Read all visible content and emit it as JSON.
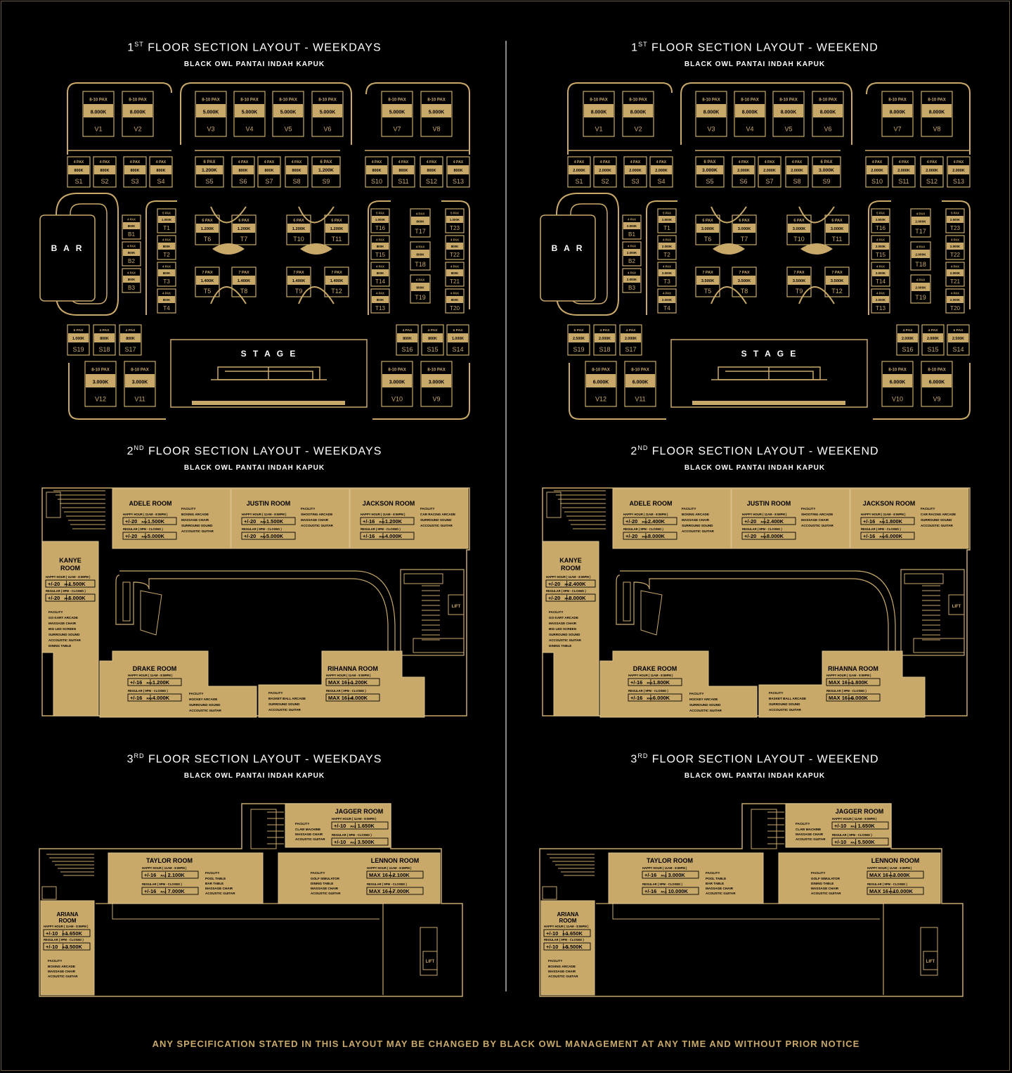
{
  "footer": "ANY SPECIFICATION STATED IN THIS LAYOUT MAY BE CHANGED BY BLACK OWL MANAGEMENT AT ANY TIME AND WITHOUT PRIOR NOTICE",
  "venue": "BLACK OWL PANTAI INDAH KAPUK",
  "labels": {
    "bar": "B A R",
    "stage": "S T A G E",
    "lift": "LIFT",
    "facility": "FACILITY",
    "happy": "HAPPY HOUR ( 11AM - 8:59PM )",
    "regular": "REGULAR ( 9PM - CLOSED )",
    "max": "MAX",
    "pax": "PAX"
  },
  "colors": {
    "gold": "#c9a96a",
    "gold_light": "#d8bf8a",
    "background": "#000000"
  },
  "halves": [
    {
      "floor1_title": {
        "num": "1",
        "sup": "ST",
        "text": " FLOOR SECTION LAYOUT - WEEKDAYS"
      },
      "floor2_title": {
        "num": "2",
        "sup": "ND",
        "text": " FLOOR SECTION LAYOUT - WEEKDAYS"
      },
      "floor3_title": {
        "num": "3",
        "sup": "RD",
        "text": " FLOOR SECTION LAYOUT - WEEKDAYS"
      },
      "vip_top": [
        {
          "pax": "8-10 PAX",
          "price": "8.000K",
          "name": "V1"
        },
        {
          "pax": "8-10 PAX",
          "price": "8.000K",
          "name": "V2"
        },
        {
          "pax": "8-10 PAX",
          "price": "5.000K",
          "name": "V3"
        },
        {
          "pax": "8-10 PAX",
          "price": "5.000K",
          "name": "V4"
        },
        {
          "pax": "8-10 PAX",
          "price": "5.000K",
          "name": "V5"
        },
        {
          "pax": "8-10 PAX",
          "price": "5.000K",
          "name": "V6"
        },
        {
          "pax": "8-10 PAX",
          "price": "5.000K",
          "name": "V7"
        },
        {
          "pax": "8-10 PAX",
          "price": "5.000K",
          "name": "V8"
        }
      ],
      "sofa_top": [
        {
          "pax": "4 PAX",
          "price": "800K",
          "name": "S1"
        },
        {
          "pax": "4 PAX",
          "price": "800K",
          "name": "S2"
        },
        {
          "pax": "4 PAX",
          "price": "800K",
          "name": "S3"
        },
        {
          "pax": "4 PAX",
          "price": "800K",
          "name": "S4"
        },
        {
          "pax": "6 PAX",
          "price": "1.200K",
          "name": "S5"
        },
        {
          "pax": "4 PAX",
          "price": "800K",
          "name": "S6"
        },
        {
          "pax": "4 PAX",
          "price": "800K",
          "name": "S7"
        },
        {
          "pax": "4 PAX",
          "price": "800K",
          "name": "S8"
        },
        {
          "pax": "6 PAX",
          "price": "1.200K",
          "name": "S9"
        },
        {
          "pax": "4 PAX",
          "price": "800K",
          "name": "S10"
        },
        {
          "pax": "4 PAX",
          "price": "800K",
          "name": "S11"
        },
        {
          "pax": "4 PAX",
          "price": "800K",
          "name": "S12"
        },
        {
          "pax": "4 PAX",
          "price": "800K",
          "name": "S13"
        }
      ],
      "bar_tables": [
        {
          "pax": "4 PAX",
          "price": "800K",
          "name": "B1"
        },
        {
          "pax": "4 PAX",
          "price": "800K",
          "name": "B2"
        },
        {
          "pax": "4 PAX",
          "price": "800K",
          "name": "B3"
        }
      ],
      "left_col": [
        {
          "pax": "5 PAX",
          "price": "1.000K",
          "name": "T1"
        },
        {
          "pax": "4 PAX",
          "price": "800K",
          "name": "T2"
        },
        {
          "pax": "4 PAX",
          "price": "800K",
          "name": "T3"
        },
        {
          "pax": "4 PAX",
          "price": "800K",
          "name": "T4"
        }
      ],
      "center_tables": [
        {
          "pax": "6 PAX",
          "price": "1.200K",
          "name": "T6"
        },
        {
          "pax": "6 PAX",
          "price": "1.200K",
          "name": "T7"
        },
        {
          "pax": "6 PAX",
          "price": "1.200K",
          "name": "T10"
        },
        {
          "pax": "6 PAX",
          "price": "1.200K",
          "name": "T11"
        },
        {
          "pax": "7 PAX",
          "price": "1.400K",
          "name": "T5"
        },
        {
          "pax": "7 PAX",
          "price": "1.400K",
          "name": "T8"
        },
        {
          "pax": "7 PAX",
          "price": "1.400K",
          "name": "T9"
        },
        {
          "pax": "7 PAX",
          "price": "1.400K",
          "name": "T12"
        }
      ],
      "right_col1": [
        {
          "pax": "5 PAX",
          "price": "1.000K",
          "name": "T16"
        },
        {
          "pax": "4 PAX",
          "price": "800K",
          "name": "T15"
        },
        {
          "pax": "4 PAX",
          "price": "800K",
          "name": "T14"
        },
        {
          "pax": "4 PAX",
          "price": "800K",
          "name": "T13"
        }
      ],
      "right_col2": [
        {
          "pax": "4 PAX",
          "price": "800K",
          "name": "T17"
        },
        {
          "pax": "4 PAX",
          "price": "800K",
          "name": "T18"
        },
        {
          "pax": "4 PAX",
          "price": "800K",
          "name": "T19"
        }
      ],
      "right_col3": [
        {
          "pax": "5 PAX",
          "price": "1.000K",
          "name": "T23"
        },
        {
          "pax": "4 PAX",
          "price": "800K",
          "name": "T22"
        },
        {
          "pax": "4 PAX",
          "price": "800K",
          "name": "T21"
        },
        {
          "pax": "4 PAX",
          "price": "800K",
          "name": "T20"
        }
      ],
      "sofa_bottom_left": [
        {
          "pax": "5 PAX",
          "price": "1.000K",
          "name": "S19"
        },
        {
          "pax": "4 PAX",
          "price": "800K",
          "name": "S18"
        },
        {
          "pax": "4 PAX",
          "price": "800K",
          "name": "S17"
        }
      ],
      "sofa_bottom_right": [
        {
          "pax": "4 PAX",
          "price": "800K",
          "name": "S16"
        },
        {
          "pax": "4 PAX",
          "price": "800K",
          "name": "S15"
        },
        {
          "pax": "5 PAX",
          "price": "1.000K",
          "name": "S14"
        }
      ],
      "vip_bottom": [
        {
          "pax": "8-10 PAX",
          "price": "3.000K",
          "name": "V12"
        },
        {
          "pax": "8-10 PAX",
          "price": "3.000K",
          "name": "V11"
        },
        {
          "pax": "8-10 PAX",
          "price": "3.000K",
          "name": "V10"
        },
        {
          "pax": "8-10 PAX",
          "price": "3.000K",
          "name": "V9"
        }
      ],
      "rooms2": {
        "adele": {
          "name": "ADELE ROOM",
          "hh_pax": "+/-20",
          "hh_price": "1.500K",
          "rg_pax": "+/-20",
          "rg_price": "5.000K",
          "fac": [
            "BOXING ARCADE",
            "MASSAGE CHAIR",
            "SURROUND SOUND",
            "ACCOUSTIC GUITAR"
          ]
        },
        "justin": {
          "name": "JUSTIN ROOM",
          "hh_pax": "+/-20",
          "hh_price": "1.500K",
          "rg_pax": "+/-20",
          "rg_price": "5.000K",
          "fac": [
            "SHOOTING ARCADE",
            "MASSAGE CHAIR",
            "ACCOUSTIC GUITAR"
          ]
        },
        "jackson": {
          "name": "JACKSON ROOM",
          "hh_pax": "+/-16",
          "hh_price": "1.200K",
          "rg_pax": "+/-16",
          "rg_price": "4.000K",
          "fac": [
            "CAR RACING ARCADE",
            "SURROUND SOUND",
            "ACCOUSTIC GUITAR"
          ]
        },
        "kanye": {
          "name1": "KANYE",
          "name2": "ROOM",
          "hh_pax": "+/-20",
          "hh_price": "1.500K",
          "rg_pax": "+/-20",
          "rg_price": "5.000K",
          "fac": [
            "GO KART ARCADE",
            "MASSAGE CHAIR",
            "BIG LED SCREEN",
            "SURROUND SOUND",
            "ACCOUSTIC GUITAR",
            "DINING TABLE"
          ]
        },
        "drake": {
          "name": "DRAKE ROOM",
          "hh_pax": "+/-16",
          "hh_price": "1.200K",
          "rg_pax": "+/-16",
          "rg_price": "4.000K",
          "fac": [
            "HOCKEY ARCADE",
            "SURROUND SOUND",
            "ACCOUSTIC GUITAR"
          ]
        },
        "rihanna": {
          "name": "RIHANNA ROOM",
          "hh_pax": "16",
          "hh_price": "1.200K",
          "rg_pax": "16",
          "rg_price": "4.000K",
          "fac": [
            "BASKET BALL ARCADE",
            "SURROUND SOUND",
            "ACCOUSTIC GUITAR"
          ]
        }
      },
      "rooms3": {
        "jagger": {
          "name": "JAGGER ROOM",
          "hh_pax": "+/-10",
          "hh_price": "1.650K",
          "rg_pax": "+/-10",
          "rg_price": "3.500K",
          "fac": [
            "CLAW MACHINE",
            "MASSAGE CHAIR",
            "ACOUSTIC GUITAR"
          ]
        },
        "taylor": {
          "name": "TAYLOR ROOM",
          "hh_pax": "+/-16",
          "hh_price": "2.100K",
          "rg_pax": "+/-16",
          "rg_price": "7.000K",
          "fac": [
            "POOL TABLE",
            "BAR TABLE",
            "MASSAGE CHAIR",
            "ACOUSTIC GUITAR"
          ]
        },
        "lennon": {
          "name": "LENNON ROOM",
          "hh_pax": "16",
          "hh_price": "2.100K",
          "rg_pax": "16",
          "rg_price": "7.000K",
          "fac": [
            "GOLF SIMULATOR",
            "DINING TABLE",
            "MASSAGE CHAIR",
            "ACOUSTIC GUITAR"
          ]
        },
        "ariana": {
          "name1": "ARIANA",
          "name2": "ROOM",
          "hh_pax": "+/-10",
          "hh_price": "1.650K",
          "rg_pax": "+/-10",
          "rg_price": "3.500K",
          "fac": [
            "BOXING ARCADE",
            "MASSAGE CHAIR",
            "ACOUSTIC GUITAR"
          ]
        }
      }
    },
    {
      "floor1_title": {
        "num": "1",
        "sup": "ST",
        "text": " FLOOR SECTION LAYOUT - WEEKEND"
      },
      "floor2_title": {
        "num": "2",
        "sup": "ND",
        "text": " FLOOR SECTION LAYOUT - WEEKEND"
      },
      "floor3_title": {
        "num": "3",
        "sup": "RD",
        "text": " FLOOR SECTION LAYOUT - WEEKEND"
      },
      "vip_top": [
        {
          "pax": "8-10 PAX",
          "price": "8.000K",
          "name": "V1"
        },
        {
          "pax": "8-10 PAX",
          "price": "8.000K",
          "name": "V2"
        },
        {
          "pax": "8-10 PAX",
          "price": "8.000K",
          "name": "V3"
        },
        {
          "pax": "8-10 PAX",
          "price": "8.000K",
          "name": "V4"
        },
        {
          "pax": "8-10 PAX",
          "price": "8.000K",
          "name": "V5"
        },
        {
          "pax": "8-10 PAX",
          "price": "8.000K",
          "name": "V6"
        },
        {
          "pax": "8-10 PAX",
          "price": "8.000K",
          "name": "V7"
        },
        {
          "pax": "8-10 PAX",
          "price": "8.000K",
          "name": "V8"
        }
      ],
      "sofa_top": [
        {
          "pax": "4 PAX",
          "price": "2.000K",
          "name": "S1"
        },
        {
          "pax": "4 PAX",
          "price": "2.000K",
          "name": "S2"
        },
        {
          "pax": "4 PAX",
          "price": "2.000K",
          "name": "S3"
        },
        {
          "pax": "4 PAX",
          "price": "2.000K",
          "name": "S4"
        },
        {
          "pax": "6 PAX",
          "price": "3.000K",
          "name": "S5"
        },
        {
          "pax": "4 PAX",
          "price": "2.000K",
          "name": "S6"
        },
        {
          "pax": "4 PAX",
          "price": "2.000K",
          "name": "S7"
        },
        {
          "pax": "4 PAX",
          "price": "2.000K",
          "name": "S8"
        },
        {
          "pax": "6 PAX",
          "price": "3.000K",
          "name": "S9"
        },
        {
          "pax": "4 PAX",
          "price": "2.000K",
          "name": "S10"
        },
        {
          "pax": "4 PAX",
          "price": "2.000K",
          "name": "S11"
        },
        {
          "pax": "4 PAX",
          "price": "2.000K",
          "name": "S12"
        },
        {
          "pax": "4 PAX",
          "price": "2.000K",
          "name": "S13"
        }
      ],
      "bar_tables": [
        {
          "pax": "4 PAX",
          "price": "2.000K",
          "name": "B1"
        },
        {
          "pax": "4 PAX",
          "price": "2.000K",
          "name": "B2"
        },
        {
          "pax": "4 PAX",
          "price": "2.000K",
          "name": "B3"
        }
      ],
      "left_col": [
        {
          "pax": "5 PAX",
          "price": "2.500K",
          "name": "T1"
        },
        {
          "pax": "4 PAX",
          "price": "2.000K",
          "name": "T2"
        },
        {
          "pax": "4 PAX",
          "price": "2.000K",
          "name": "T3"
        },
        {
          "pax": "4 PAX",
          "price": "2.000K",
          "name": "T4"
        }
      ],
      "center_tables": [
        {
          "pax": "6 PAX",
          "price": "3.000K",
          "name": "T6"
        },
        {
          "pax": "6 PAX",
          "price": "3.000K",
          "name": "T7"
        },
        {
          "pax": "6 PAX",
          "price": "3.000K",
          "name": "T10"
        },
        {
          "pax": "6 PAX",
          "price": "3.000K",
          "name": "T11"
        },
        {
          "pax": "7 PAX",
          "price": "3.500K",
          "name": "T5"
        },
        {
          "pax": "7 PAX",
          "price": "3.500K",
          "name": "T8"
        },
        {
          "pax": "7 PAX",
          "price": "3.500K",
          "name": "T9"
        },
        {
          "pax": "7 PAX",
          "price": "3.500K",
          "name": "T12"
        }
      ],
      "right_col1": [
        {
          "pax": "5 PAX",
          "price": "2.500K",
          "name": "T16"
        },
        {
          "pax": "4 PAX",
          "price": "2.000K",
          "name": "T15"
        },
        {
          "pax": "4 PAX",
          "price": "2.000K",
          "name": "T14"
        },
        {
          "pax": "4 PAX",
          "price": "2.000K",
          "name": "T13"
        }
      ],
      "right_col2": [
        {
          "pax": "4 PAX",
          "price": "2.000K",
          "name": "T17"
        },
        {
          "pax": "4 PAX",
          "price": "2.000K",
          "name": "T18"
        },
        {
          "pax": "4 PAX",
          "price": "2.000K",
          "name": "T19"
        }
      ],
      "right_col3": [
        {
          "pax": "5 PAX",
          "price": "2.500K",
          "name": "T23"
        },
        {
          "pax": "4 PAX",
          "price": "2.000K",
          "name": "T22"
        },
        {
          "pax": "4 PAX",
          "price": "2.000K",
          "name": "T21"
        },
        {
          "pax": "4 PAX",
          "price": "2.000K",
          "name": "T20"
        }
      ],
      "sofa_bottom_left": [
        {
          "pax": "5 PAX",
          "price": "2.500K",
          "name": "S19"
        },
        {
          "pax": "4 PAX",
          "price": "2.000K",
          "name": "S18"
        },
        {
          "pax": "4 PAX",
          "price": "2.000K",
          "name": "S17"
        }
      ],
      "sofa_bottom_right": [
        {
          "pax": "4 PAX",
          "price": "2.000K",
          "name": "S16"
        },
        {
          "pax": "4 PAX",
          "price": "2.000K",
          "name": "S15"
        },
        {
          "pax": "5 PAX",
          "price": "2.500K",
          "name": "S14"
        }
      ],
      "vip_bottom": [
        {
          "pax": "8-10 PAX",
          "price": "6.000K",
          "name": "V12"
        },
        {
          "pax": "8-10 PAX",
          "price": "6.000K",
          "name": "V11"
        },
        {
          "pax": "8-10 PAX",
          "price": "6.000K",
          "name": "V10"
        },
        {
          "pax": "8-10 PAX",
          "price": "6.000K",
          "name": "V9"
        }
      ],
      "rooms2": {
        "adele": {
          "name": "ADELE ROOM",
          "hh_pax": "+/-20",
          "hh_price": "2.400K",
          "rg_pax": "+/-20",
          "rg_price": "8.000K",
          "fac": [
            "BOXING ARCADE",
            "MASSAGE CHAIR",
            "SURROUND SOUND",
            "ACCOUSTIC GUITAR"
          ]
        },
        "justin": {
          "name": "JUSTIN ROOM",
          "hh_pax": "+/-20",
          "hh_price": "2.400K",
          "rg_pax": "+/-20",
          "rg_price": "8.000K",
          "fac": [
            "SHOOTING ARCADE",
            "MASSAGE CHAIR",
            "ACCOUSTIC GUITAR"
          ]
        },
        "jackson": {
          "name": "JACKSON ROOM",
          "hh_pax": "+/-16",
          "hh_price": "1.800K",
          "rg_pax": "+/-16",
          "rg_price": "6.000K",
          "fac": [
            "CAR RACING ARCADE",
            "SURROUND SOUND",
            "ACCOUSTIC GUITAR"
          ]
        },
        "kanye": {
          "name1": "KANYE",
          "name2": "ROOM",
          "hh_pax": "+/-20",
          "hh_price": "2.400K",
          "rg_pax": "+/-20",
          "rg_price": "8.000K",
          "fac": [
            "GO KART ARCADE",
            "MASSAGE CHAIR",
            "BIG LED SCREEN",
            "SURROUND SOUND",
            "ACCOUSTIC GUITAR",
            "DINING TABLE"
          ]
        },
        "drake": {
          "name": "DRAKE ROOM",
          "hh_pax": "+/-16",
          "hh_price": "1.800K",
          "rg_pax": "+/-16",
          "rg_price": "6.000K",
          "fac": [
            "HOCKEY ARCADE",
            "SURROUND SOUND",
            "ACCOUSTIC GUITAR"
          ]
        },
        "rihanna": {
          "name": "RIHANNA ROOM",
          "hh_pax": "16",
          "hh_price": "1.800K",
          "rg_pax": "16",
          "rg_price": "6.000K",
          "fac": [
            "BASKET BALL ARCADE",
            "SURROUND SOUND",
            "ACCOUSTIC GUITAR"
          ]
        }
      },
      "rooms3": {
        "jagger": {
          "name": "JAGGER ROOM",
          "hh_pax": "+/-10",
          "hh_price": "1.650K",
          "rg_pax": "+/-10",
          "rg_price": "5.500K",
          "fac": [
            "CLAW MACHINE",
            "MASSAGE CHAIR",
            "ACOUSTIC GUITAR"
          ]
        },
        "taylor": {
          "name": "TAYLOR ROOM",
          "hh_pax": "+/-16",
          "hh_price": "3.000K",
          "rg_pax": "+/-16",
          "rg_price": "10.000K",
          "fac": [
            "POOL TABLE",
            "BAR TABLE",
            "MASSAGE CHAIR",
            "ACOUSTIC GUITAR"
          ]
        },
        "lennon": {
          "name": "LENNON ROOM",
          "hh_pax": "16",
          "hh_price": "3.000K",
          "rg_pax": "16",
          "rg_price": "10.000K",
          "fac": [
            "GOLF SIMULATOR",
            "DINING TABLE",
            "MASSAGE CHAIR",
            "ACOUSTIC GUITAR"
          ]
        },
        "ariana": {
          "name1": "ARIANA",
          "name2": "ROOM",
          "hh_pax": "+/-10",
          "hh_price": "1.650K",
          "rg_pax": "+/-10",
          "rg_price": "5.500K",
          "fac": [
            "BOXING ARCADE",
            "MASSAGE CHAIR",
            "ACOUSTIC GUITAR"
          ]
        }
      }
    }
  ]
}
